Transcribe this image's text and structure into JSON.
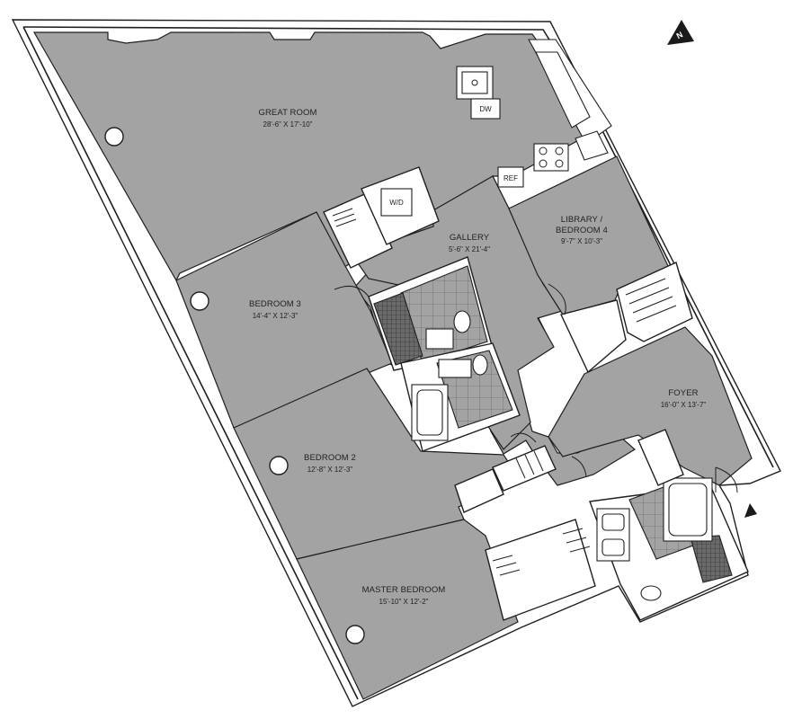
{
  "compass": {
    "label": "N"
  },
  "rooms": {
    "great_room": {
      "name": "GREAT ROOM",
      "dims": "28'-6\" X 17'-10\""
    },
    "gallery": {
      "name": "GALLERY",
      "dims": "5'-6\" X 21'-4\""
    },
    "library": {
      "name_line1": "LIBRARY /",
      "name_line2": "BEDROOM 4",
      "dims": "9'-7\" X 10'-3\""
    },
    "bedroom3": {
      "name": "BEDROOM 3",
      "dims": "14'-4\" X 12'-3\""
    },
    "bedroom2": {
      "name": "BEDROOM 2",
      "dims": "12'-8\" X 12'-3\""
    },
    "foyer": {
      "name": "FOYER",
      "dims": "16'-0\" X 13'-7\""
    },
    "master_bedroom": {
      "name": "MASTER BEDROOM",
      "dims": "15'-10\" X 12'-2\""
    }
  },
  "appliances": {
    "dishwasher": "DW",
    "washer_dryer": "W/D",
    "refrigerator": "REF"
  },
  "colors": {
    "room_fill": "#a3a3a3",
    "walls": "#1f1f1f",
    "background": "#ffffff"
  }
}
